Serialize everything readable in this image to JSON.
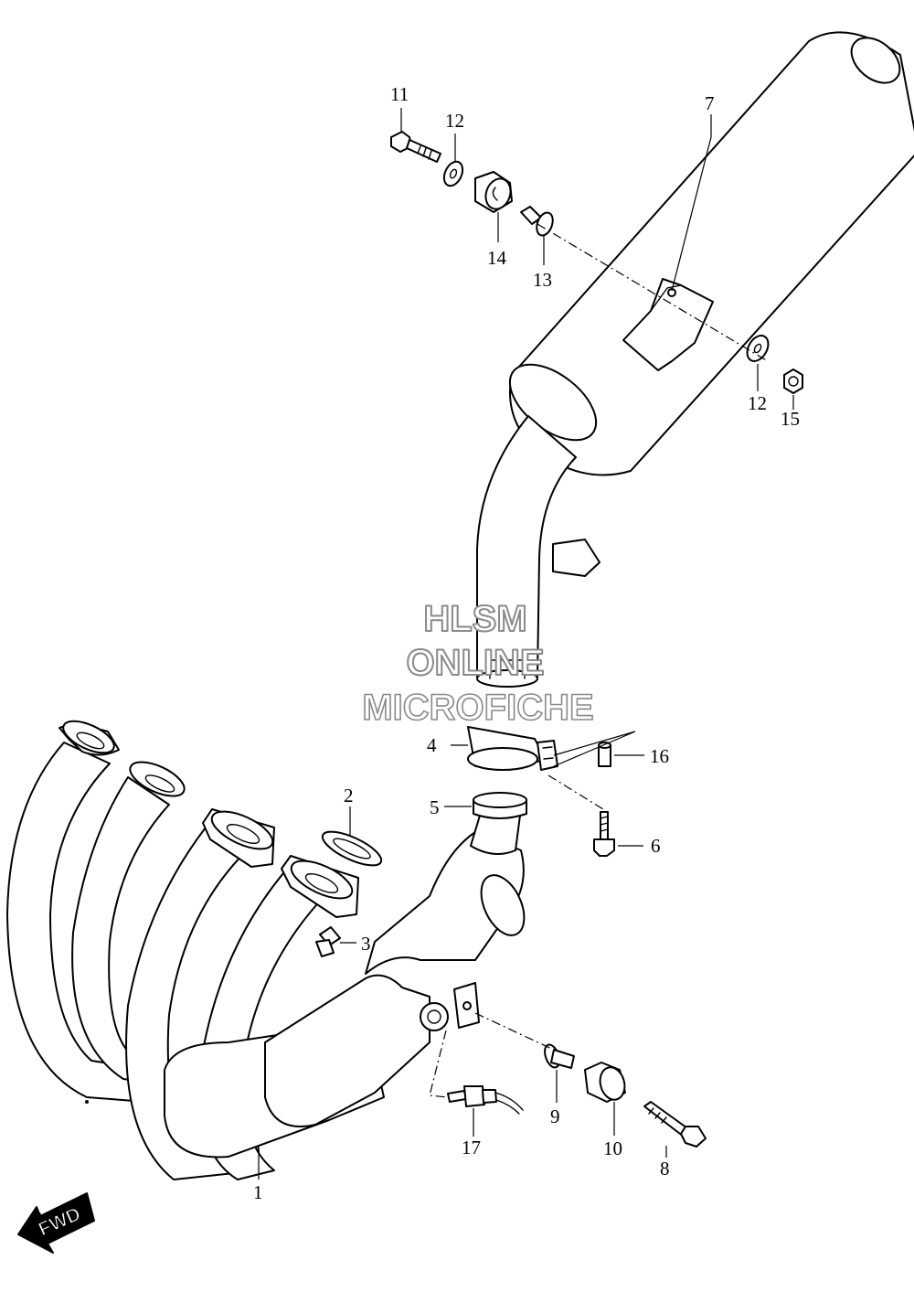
{
  "diagram": {
    "callouts": [
      {
        "id": "1",
        "label": "1"
      },
      {
        "id": "2",
        "label": "2"
      },
      {
        "id": "3",
        "label": "3"
      },
      {
        "id": "4",
        "label": "4"
      },
      {
        "id": "5",
        "label": "5"
      },
      {
        "id": "6",
        "label": "6"
      },
      {
        "id": "7",
        "label": "7"
      },
      {
        "id": "8",
        "label": "8"
      },
      {
        "id": "9",
        "label": "9"
      },
      {
        "id": "10",
        "label": "10"
      },
      {
        "id": "11",
        "label": "11"
      },
      {
        "id": "12a",
        "label": "12"
      },
      {
        "id": "12b",
        "label": "12"
      },
      {
        "id": "13",
        "label": "13"
      },
      {
        "id": "14",
        "label": "14"
      },
      {
        "id": "15",
        "label": "15"
      },
      {
        "id": "16",
        "label": "16"
      },
      {
        "id": "17",
        "label": "17"
      }
    ]
  },
  "watermark": {
    "line1": "HLSM",
    "line2": "ONLINE",
    "line3": "MICROFICHE",
    "color": "#8a8a8a"
  },
  "direction_arrow": {
    "label": "FWD"
  }
}
